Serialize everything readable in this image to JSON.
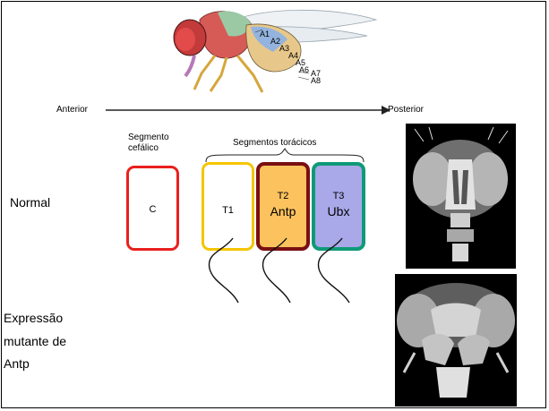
{
  "axis": {
    "left": "Anterior",
    "right": "Posterior"
  },
  "fly": {
    "segment_labels": [
      "A1",
      "A2",
      "A3",
      "A4",
      "A5",
      "A6",
      "A7",
      "A8"
    ]
  },
  "cephalic": {
    "title_line1": "Segmento",
    "title_line2": "cefálico"
  },
  "thoracic": {
    "title": "Segmentos torácicos"
  },
  "segments": [
    {
      "code": "C",
      "gene": "",
      "color": "#e8201e",
      "fill": "#ffffff"
    },
    {
      "code": "T1",
      "gene": "",
      "color": "#f5c500",
      "fill": "#ffffff"
    },
    {
      "code": "T2",
      "gene": "Antp",
      "color": "#7a0f12",
      "fill": "#fbc25e"
    },
    {
      "code": "T3",
      "gene": "Ubx",
      "color": "#0f9a77",
      "fill": "#a9a8e8"
    }
  ],
  "rows": {
    "normal": "Normal",
    "mutant_line1": "Expressão",
    "mutant_line2": "mutante de",
    "mutant_line3": "Antp"
  }
}
